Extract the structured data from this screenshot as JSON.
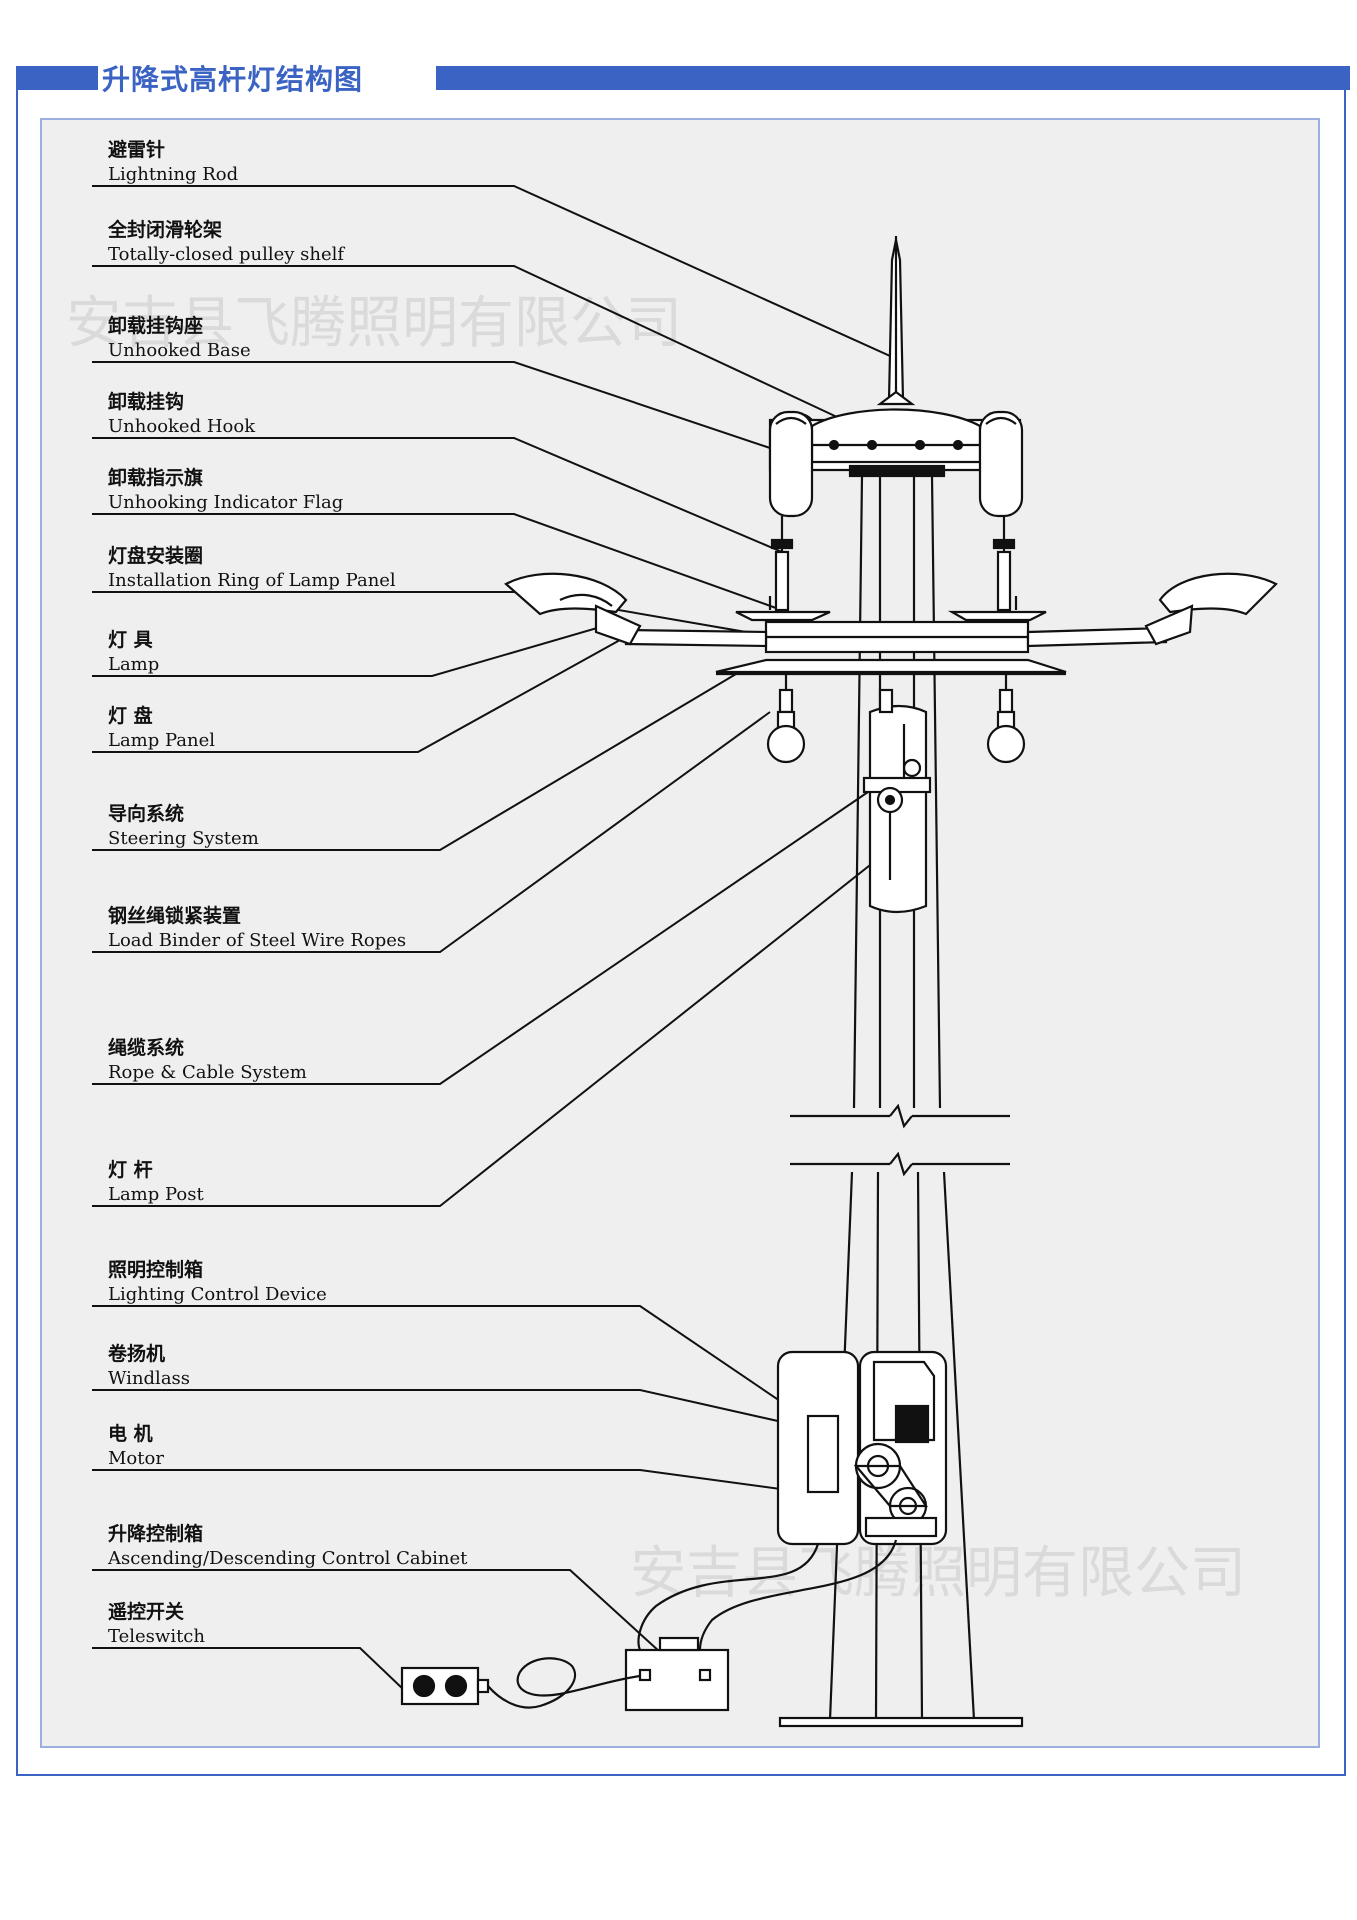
{
  "title": "升降式高杆灯结构图",
  "colors": {
    "accent": "#3a63c4",
    "panel": "#efefef",
    "line": "#111111"
  },
  "watermarks": [
    "安吉县飞腾照明有限公司",
    "安吉县飞腾照明有限公司"
  ],
  "labels": [
    {
      "cn": "避雷针",
      "en": "Lightning Rod"
    },
    {
      "cn": "全封闭滑轮架",
      "en": "Totally-closed pulley shelf"
    },
    {
      "cn": "卸载挂钩座",
      "en": "Unhooked Base"
    },
    {
      "cn": "卸载挂钩",
      "en": "Unhooked Hook"
    },
    {
      "cn": "卸载指示旗",
      "en": "Unhooking Indicator Flag"
    },
    {
      "cn": "灯盘安装圈",
      "en": "Installation  Ring of  Lamp Panel"
    },
    {
      "cn": "灯 具",
      "en": "Lamp"
    },
    {
      "cn": "灯 盘",
      "en": "Lamp Panel"
    },
    {
      "cn": "导向系统",
      "en": "Steering System"
    },
    {
      "cn": "钢丝绳锁紧装置",
      "en": "Load Binder of Steel Wire Ropes"
    },
    {
      "cn": "绳缆系统",
      "en": "Rope & Cable System"
    },
    {
      "cn": "灯 杆",
      "en": "Lamp Post"
    },
    {
      "cn": "照明控制箱",
      "en": "Lighting Control Device"
    },
    {
      "cn": "卷扬机",
      "en": "Windlass"
    },
    {
      "cn": "电  机",
      "en": "Motor"
    },
    {
      "cn": "升降控制箱",
      "en": "Ascending/Descending Control Cabinet"
    },
    {
      "cn": "遥控开关",
      "en": "Teleswitch"
    }
  ]
}
